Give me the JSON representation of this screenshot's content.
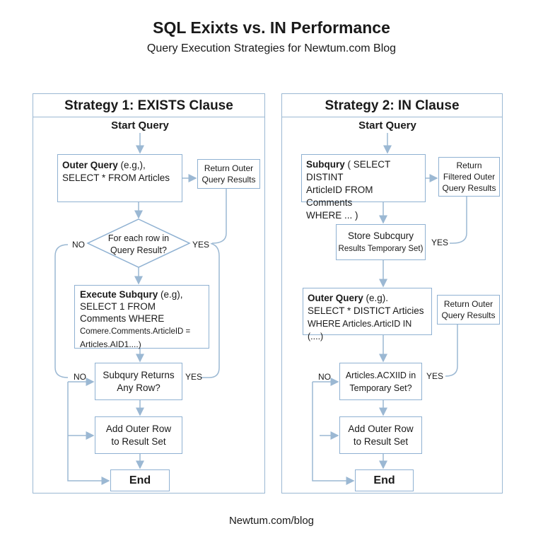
{
  "title": "SQL Exixts vs. IN Performance",
  "subtitle": "Query Execution Strategies for Newtum.com Blog",
  "footer": "Newtum.com/blog",
  "colors": {
    "line": "#9bb8d3",
    "border": "#8fb1d2"
  },
  "strategy1": {
    "header": "Strategy 1: EXISTS Clause",
    "start": "Start Query",
    "outer_query": {
      "bold": "Outer Query",
      "rest": " (e.g,),",
      "line2": "SELECT * FROM Articles"
    },
    "return_outer": [
      "Return Outer",
      "Query Results"
    ],
    "decision": [
      "For each row in",
      "Query Result?"
    ],
    "no1": "NO",
    "yes1": "YES",
    "execute": {
      "bold": "Execute Subqury",
      "rest": " (e.g),",
      "lines": [
        "SELECT 1 FROM",
        "Comments WHERE"
      ],
      "small": [
        "Comere.Comments.ArticleID =",
        "Articles.AID1....)"
      ]
    },
    "subq_returns": [
      "Subqury Returns",
      "Any Row?"
    ],
    "no2": "NO",
    "yes2": "YES",
    "add_row": [
      "Add Outer Row",
      "to Result Set"
    ],
    "end": "End"
  },
  "strategy2": {
    "header": "Strategy 2: IN Clause",
    "start": "Start Query",
    "subquery": {
      "bold": "Subqury",
      "rest": " ( SELECT DISTINT",
      "lines": [
        "ArticleID FROM Comments",
        "WHERE ... )"
      ]
    },
    "return_filtered": [
      "Return",
      "Filtered Outer",
      "Query Results"
    ],
    "store": [
      "Store Subcqury",
      "Results Temporary Set)"
    ],
    "yes1": "YES",
    "outer_query": {
      "bold": "Outer Query",
      "rest": " (e.g).",
      "lines": [
        "SELECT * DISTICT Articies",
        "WHERE Articles.ArticID IN (....)"
      ]
    },
    "return_outer": [
      "Return Outer",
      "Query Results"
    ],
    "decision": [
      "Articles.ACXIID in",
      "Temporary Set?"
    ],
    "no": "NO",
    "yes2": "YES",
    "add_row": [
      "Add Outer Row",
      "to Result Set"
    ],
    "end": "End"
  }
}
